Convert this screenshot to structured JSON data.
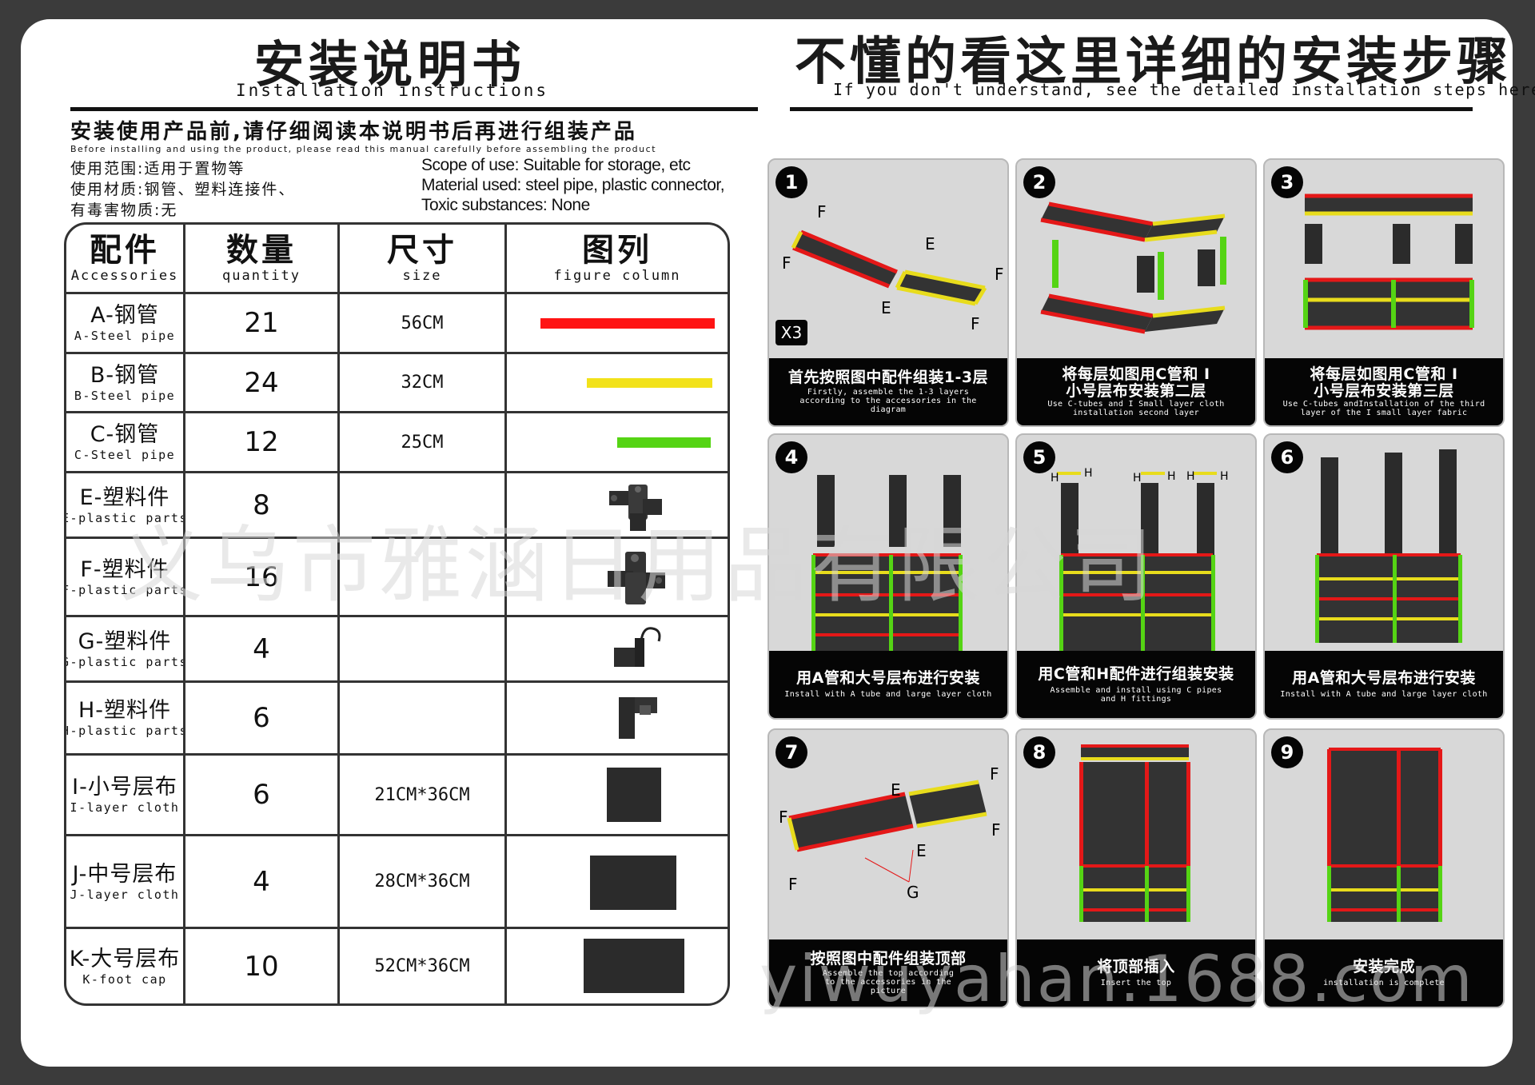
{
  "left_title": {
    "cn": "安装说明书",
    "en": "Installation instructions"
  },
  "right_title": {
    "cn": "不懂的看这里详细的安装步骤",
    "en": "If you don't understand, see the detailed installation steps here"
  },
  "intro": {
    "cn": "安装使用产品前,请仔细阅读本说明书后再进行组装产品",
    "en": "Before installing and using the product, please read this manual carefully before assembling the product"
  },
  "info_cn": [
    "使用范围:适用于置物等",
    "使用材质:钢管、塑料连接件、",
    "有毒害物质:无"
  ],
  "info_en": [
    "Scope of use: Suitable for storage, etc",
    "Material used: steel pipe, plastic connector,",
    "Toxic substances: None"
  ],
  "table": {
    "headers": [
      {
        "cn": "配件",
        "en": "Accessories"
      },
      {
        "cn": "数量",
        "en": "quantity"
      },
      {
        "cn": "尺寸",
        "en": "size"
      },
      {
        "cn": "图列",
        "en": "figure column"
      }
    ],
    "rows": [
      {
        "cn": "A-钢管",
        "en": "A-Steel pipe",
        "qty": "21",
        "size": "56CM",
        "figure": "red-pipe-icon",
        "color": "#ff1414"
      },
      {
        "cn": "B-钢管",
        "en": "B-Steel pipe",
        "qty": "24",
        "size": "32CM",
        "figure": "yellow-pipe-icon",
        "color": "#f2e21a"
      },
      {
        "cn": "C-钢管",
        "en": "C-Steel pipe",
        "qty": "12",
        "size": "25CM",
        "figure": "green-pipe-icon",
        "color": "#55d414"
      },
      {
        "cn": "E-塑料件",
        "en": "E-plastic parts",
        "qty": "8",
        "size": "",
        "figure": "e-connector-icon"
      },
      {
        "cn": "F-塑料件",
        "en": "F-plastic parts",
        "qty": "16",
        "size": "",
        "figure": "f-connector-icon"
      },
      {
        "cn": "G-塑料件",
        "en": "G-plastic parts",
        "qty": "4",
        "size": "",
        "figure": "g-hook-icon"
      },
      {
        "cn": "H-塑料件",
        "en": "H-plastic parts",
        "qty": "6",
        "size": "",
        "figure": "h-connector-icon"
      },
      {
        "cn": "I-小号层布",
        "en": "I-layer cloth",
        "qty": "6",
        "size": "21CM*36CM",
        "figure": "small-cloth-icon"
      },
      {
        "cn": "J-中号层布",
        "en": "J-layer cloth",
        "qty": "4",
        "size": "28CM*36CM",
        "figure": "medium-cloth-icon"
      },
      {
        "cn": "K-大号层布",
        "en": "K-foot cap",
        "qty": "10",
        "size": "52CM*36CM",
        "figure": "large-cloth-icon"
      }
    ]
  },
  "steps": [
    {
      "n": "1",
      "badge": "X3",
      "cn": "首先按照图中配件组装1-3层",
      "en": "Firstly, assemble the 1-3 layers according to the accessories in the diagram",
      "labels": [
        "F",
        "F",
        "E",
        "E",
        "F",
        "F"
      ]
    },
    {
      "n": "2",
      "cn": "将每层如图用C管和 I小号层布安装第二层",
      "en": "Use C-tubes and I Small layer cloth installation second layer"
    },
    {
      "n": "3",
      "cn": "将每层如图用C管和 I小号层布安装第三层",
      "en": "Use C-tubes andInstallation of the third layer of the I small layer fabric"
    },
    {
      "n": "4",
      "cn": "用A管和大号层布进行安装",
      "en": "Install with A tube and large layer cloth"
    },
    {
      "n": "5",
      "cn": "用C管和H配件进行组装安装",
      "en": "Assemble and install using C pipes and H fittings",
      "labels": [
        "H",
        "H",
        "H",
        "H",
        "H",
        "H"
      ]
    },
    {
      "n": "6",
      "cn": "用A管和大号层布进行安装",
      "en": "Install with A tube and large layer cloth"
    },
    {
      "n": "7",
      "cn": "按照图中配件组装顶部",
      "en": "Assemble the top according to the accessories in the picture",
      "labels": [
        "F",
        "E",
        "F",
        "F",
        "E",
        "G",
        "F"
      ]
    },
    {
      "n": "8",
      "cn": "将顶部插入",
      "en": "Insert the top"
    },
    {
      "n": "9",
      "cn": "安装完成",
      "en": "installation is complete"
    }
  ],
  "watermarks": [
    "义乌市雅涵日用品有限公司",
    "yiwuyahan.1688.com"
  ]
}
